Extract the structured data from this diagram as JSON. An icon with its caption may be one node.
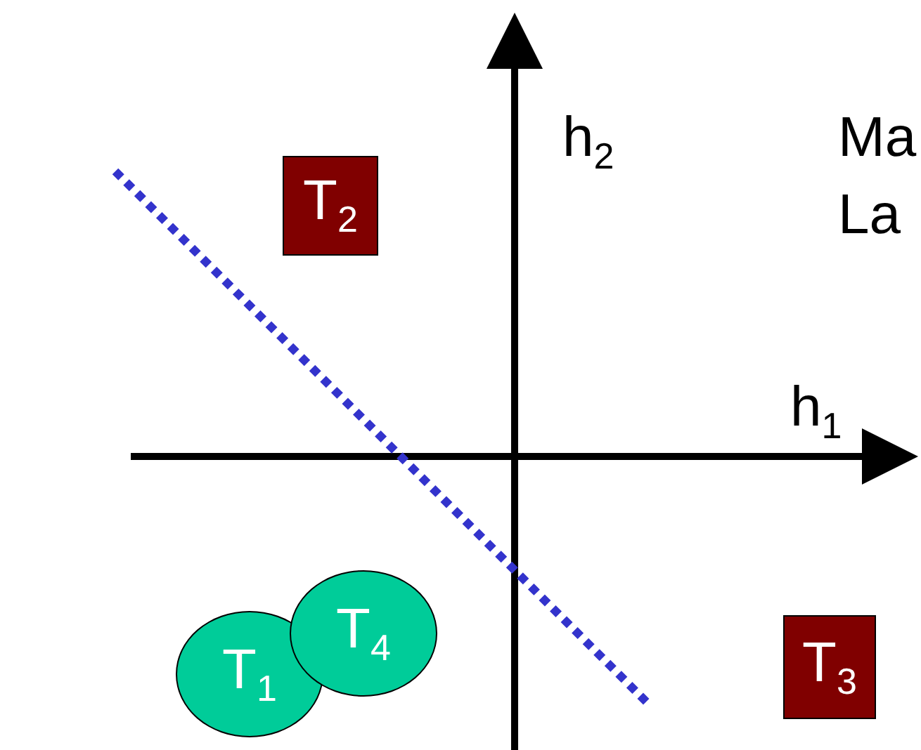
{
  "diagram": {
    "nodes": [
      {
        "text": [
          "T$_{2}$"
        ]
      },
      {
        "text": [
          "T$_{4}$"
        ]
      },
      {
        "text": [
          "T$_{1}$"
        ]
      },
      {
        "text": [
          "T$_{3}$"
        ]
      }
    ],
    "labels": [
      "h$_{2}$",
      "Ma",
      "La",
      "h$_{1}$"
    ]
  }
}
